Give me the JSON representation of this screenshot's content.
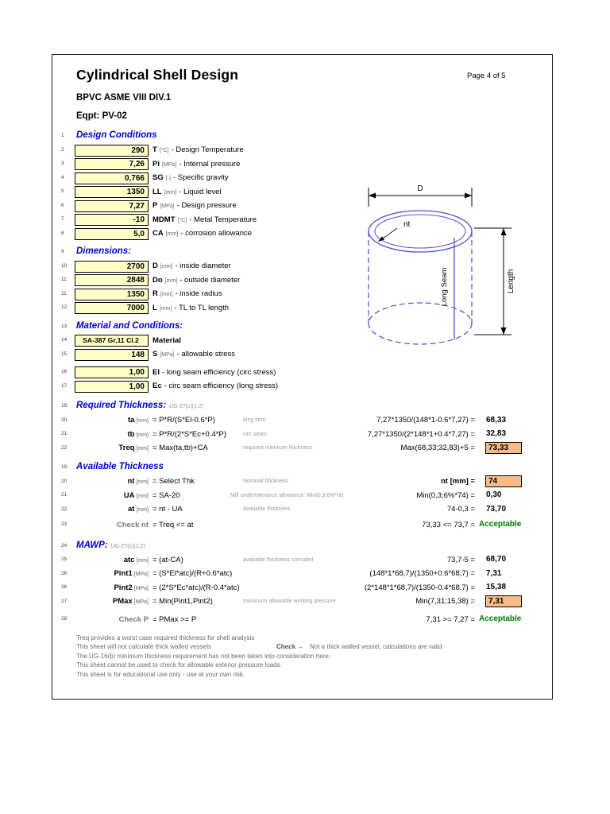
{
  "header": {
    "title": "Cylindrical Shell Design",
    "page_label": "Page 4 of 5",
    "code": "BPVC ASME VIII DIV.1",
    "equipment": "Eqpt: PV-02"
  },
  "design": {
    "num": "1",
    "title": "Design Conditions",
    "rows": [
      {
        "num": "2",
        "value": "290",
        "sym": "T",
        "unit": "[°C]",
        "desc": "- Design Temperature"
      },
      {
        "num": "3",
        "value": "7,26",
        "sym": "Pi",
        "unit": "[MPa]",
        "desc": "- Internal pressure"
      },
      {
        "num": "4",
        "value": "0,766",
        "sym": "SG",
        "unit": "[-]",
        "desc": "- Specific gravity"
      },
      {
        "num": "5",
        "value": "1350",
        "sym": "LL",
        "unit": "[mm]",
        "desc": "- Liquid level"
      },
      {
        "num": "6",
        "value": "7,27",
        "sym": "P",
        "unit": "[MPa]",
        "desc": "- Design pressure"
      },
      {
        "num": "7",
        "value": "-10",
        "sym": "MDMT",
        "unit": "[°C]",
        "desc": "- Metal Temperature"
      },
      {
        "num": "8",
        "value": "5,0",
        "sym": "CA",
        "unit": "[mm]",
        "desc": "- corrosion allowance"
      }
    ]
  },
  "dimensions": {
    "num": "9",
    "title": "Dimensions:",
    "rows": [
      {
        "num": "10",
        "value": "2700",
        "sym": "D",
        "unit": "[mm]",
        "desc": "- inside diameter"
      },
      {
        "num": "11",
        "value": "2848",
        "sym": "Do",
        "unit": "[mm]",
        "desc": "- outside diameter"
      },
      {
        "num": "11",
        "value": "1350",
        "sym": "R",
        "unit": "[mm]",
        "desc": "- inside radius"
      },
      {
        "num": "12",
        "value": "7000",
        "sym": "L",
        "unit": "[mm]",
        "desc": "- TL to TL length"
      }
    ]
  },
  "material": {
    "num": "13",
    "title": "Material and Conditions:",
    "rows": [
      {
        "num": "14",
        "value": "SA-387 Gr.11 Cl.2",
        "sym": "Material",
        "unit": "",
        "desc": ""
      },
      {
        "num": "15",
        "value": "148",
        "sym": "S",
        "unit": "[MPa]",
        "desc": "- allowable stress"
      },
      {
        "num": "16",
        "value": "1,00",
        "sym": "El",
        "unit": "",
        "desc": "- long seam efficiency (circ stress)"
      },
      {
        "num": "17",
        "value": "1,00",
        "sym": "Ec",
        "unit": "",
        "desc": "- circ seam efficiency (long stress)"
      }
    ]
  },
  "required": {
    "num": "19",
    "title": "Required Thickness:",
    "ref": "UG-27(c)(1,2)",
    "rows": [
      {
        "num": "20",
        "name": "ta",
        "unit": "[mm]",
        "formula": "= P*R/(S*El-0.6*P)",
        "note": "long sem",
        "calc": "7,27*1350/(148*1-0.6*7,27) =",
        "result": "68,33"
      },
      {
        "num": "21",
        "name": "tb",
        "unit": "[mm]",
        "formula": "= P*R/(2*S*Ec+0.4*P)",
        "note": "circ seam",
        "calc": "7,27*1350/(2*148*1+0.4*7,27) =",
        "result": "32,83"
      },
      {
        "num": "22",
        "name": "Treq",
        "unit": "[mm]",
        "formula": "= Max(ta,tb)+CA",
        "note": "required minimum thickness",
        "calc": "Max(68,33;32,83)+5 =",
        "result": "73,33"
      }
    ]
  },
  "available": {
    "num": "19",
    "title": "Available Thickness",
    "rows": [
      {
        "num": "20",
        "name": "nt",
        "unit": "[mm]",
        "formula": "= Select Thk",
        "note": "Nominal thickness",
        "calc": "nt [mm] =",
        "result": "74"
      },
      {
        "num": "21",
        "name": "UA",
        "unit": "[mm]",
        "formula": "= SA-20",
        "note": "Mill undertolerance allowance: Min(0,3;6%*nt)",
        "calc": "Min(0,3;6%*74) =",
        "result": "0,30"
      },
      {
        "num": "22",
        "name": "at",
        "unit": "[mm]",
        "formula": "= nt - UA",
        "note": "Available thickness",
        "calc": "74-0,3 =",
        "result": "73,70"
      },
      {
        "num": "23",
        "name": "Check nt",
        "unit": "",
        "formula": "= Treq <= at",
        "note": "",
        "calc": "73,33 <= 73,7 =",
        "result": "Acceptable"
      }
    ]
  },
  "mawp": {
    "num": "24",
    "title": "MAWP:",
    "ref": "UG-27(c)(1,2)",
    "rows": [
      {
        "num": "25",
        "name": "atc",
        "unit": "[mm]",
        "formula": "= (at-CA)",
        "note": "available thickness corroded",
        "calc": "73,7-5 =",
        "result": "68,70"
      },
      {
        "num": "26",
        "name": "Pint1",
        "unit": "[MPa]",
        "formula": "= (S*El*atc)/(R+0.6*atc)",
        "note": "",
        "calc": "(148*1*68,7)/(1350+0.6*68,7) =",
        "result": "7,31"
      },
      {
        "num": "26",
        "name": "Pint2",
        "unit": "[MPa]",
        "formula": "= (2*S*Ec*atc)/(R-0.4*atc)",
        "note": "",
        "calc": "(2*148*1*68,7)/(1350-0.4*68,7) =",
        "result": "15,38"
      },
      {
        "num": "27",
        "name": "PMax",
        "unit": "[MPa]",
        "formula": "= Min(Pint1,Pint2)",
        "note": "maximum allowable working pressure",
        "calc": "Min(7,31;15,38) =",
        "result": "7,31"
      },
      {
        "num": "28",
        "name": "Check P",
        "unit": "",
        "formula": "= PMax >= P",
        "note": "",
        "calc": "7,31 >= 7,27 =",
        "result": "Acceptable"
      }
    ]
  },
  "notes": {
    "line1": "Treq provides a worst case required thickness for shell analysis",
    "line2a": "This sheet will not calculate thick walled vessels",
    "line2b": "Check →",
    "line2c": "Not a thick walled vessel, calculations are valid",
    "line3": "The UG-16(b) minimum thickness requirement has not been taken into consideration here.",
    "line4": "This sheet cannot be used to check for allowable exterior pressure loads.",
    "line5": "This sheet is for educational use only - use at your own risk."
  },
  "diagram": {
    "d": "D",
    "nt": "nt",
    "long_seam": "Long Seam",
    "length": "Length"
  },
  "colors": {
    "input_cell_bg": "#FFFFC8",
    "highlight_cell_bg": "#F6BD89",
    "section_header": "#0000CD",
    "acceptable_text": "#007A00",
    "diagram_stroke": "#5050C8"
  }
}
